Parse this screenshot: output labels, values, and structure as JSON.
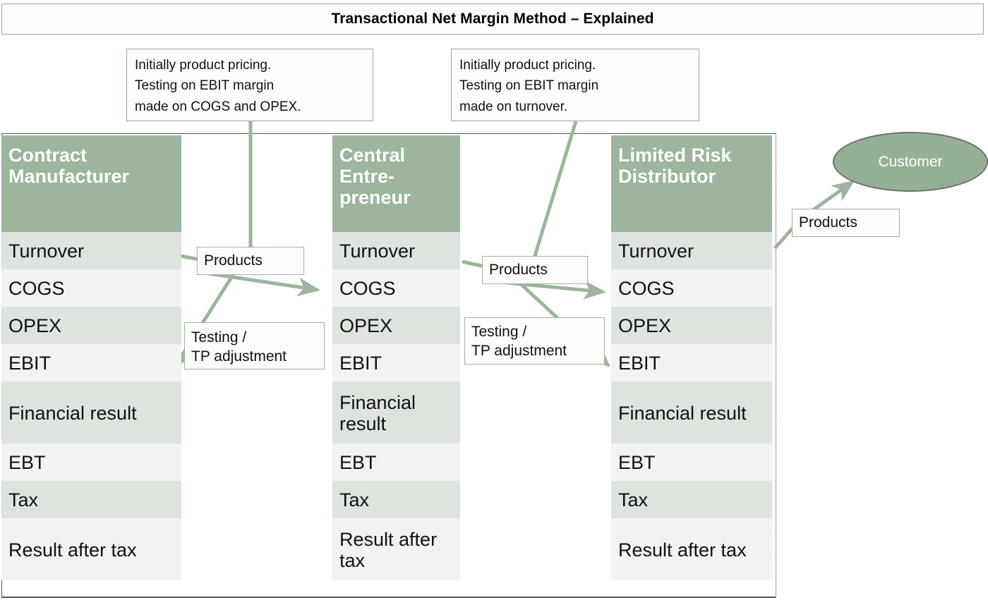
{
  "title": "Transactional Net Margin Method – Explained",
  "callouts": [
    {
      "id": "left",
      "line1": "Initially product pricing.",
      "line2": "Testing on EBIT margin",
      "line3": "made on COGS and OPEX."
    },
    {
      "id": "right",
      "line1": "Initially product pricing.",
      "line2": "Testing on EBIT margin",
      "line3": "made on turnover."
    }
  ],
  "columns": [
    {
      "header_line1": "Contract",
      "header_line2": "Manufacturer",
      "rows": [
        "Turnover",
        "COGS",
        "OPEX",
        "EBIT",
        "Financial result",
        "EBT",
        "Tax",
        "Result after tax"
      ]
    },
    {
      "header_line1": "Central",
      "header_line2": "Entre-",
      "header_line3": "preneur",
      "rows": [
        "Turnover",
        "COGS",
        "OPEX",
        "EBIT",
        "Financial result",
        "EBT",
        "Tax",
        "Result after tax"
      ]
    },
    {
      "header_line1": "Limited Risk",
      "header_line2": "Distributor",
      "rows": [
        "Turnover",
        "COGS",
        "OPEX",
        "EBIT",
        "Financial result",
        "EBT",
        "Tax",
        "Result after tax"
      ]
    }
  ],
  "flow_labels": {
    "products_1": "Products",
    "products_2": "Products",
    "products_3": "Products",
    "testing_1_line1": "Testing /",
    "testing_1_line2": "TP adjustment",
    "testing_2_line1": "Testing /",
    "testing_2_line2": "TP adjustment"
  },
  "customer": {
    "label": "Customer"
  },
  "colors": {
    "header_green": "#9cb59c",
    "row_dark": "#dde3dd",
    "row_light": "#f0f3f0",
    "connector_green": "#9cb59c",
    "ellipse_fill": "#96b096",
    "ellipse_stroke": "#6e6e6e",
    "box_border": "#9aa89a"
  }
}
